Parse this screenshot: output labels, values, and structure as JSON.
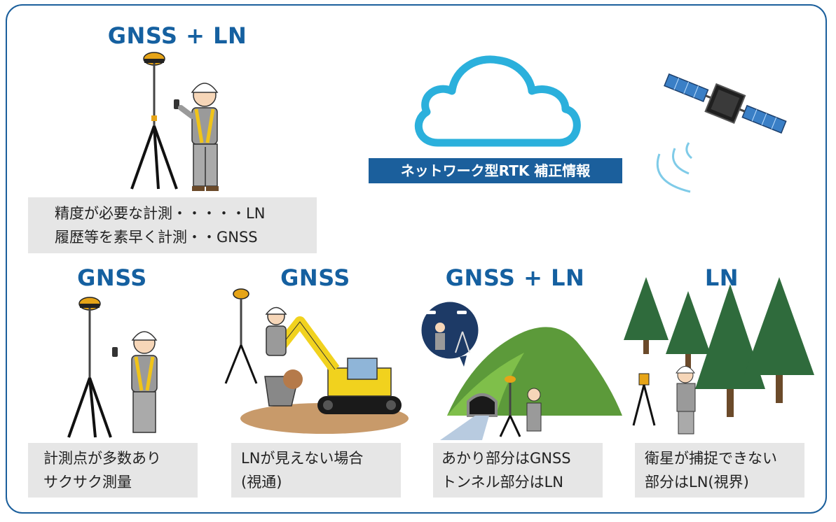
{
  "colors": {
    "frame": "#1b5f9c",
    "heading": "#1560a0",
    "label_bg": "#1b5f9c",
    "note_bg": "#e6e6e6",
    "cloud": "#2bb0dc",
    "tree": "#2f6b3c",
    "hill": "#5c9a3a",
    "excavator": "#f1d21e"
  },
  "top": {
    "heading": "GNSS + LN",
    "note_lines": [
      "精度が必要な計測・・・・・LN",
      "履歴等を素早く計測・・GNSS"
    ]
  },
  "network": {
    "label": "ネットワーク型RTK 補正情報",
    "icons": [
      "cloud-icon",
      "satellite-icon",
      "signal-waves-icon"
    ]
  },
  "panels": [
    {
      "heading": "GNSS",
      "note_lines": [
        "計測点が多数あり",
        "サクサク測量"
      ]
    },
    {
      "heading": "GNSS",
      "note_lines": [
        "LNが見えない場合",
        "(視通)"
      ]
    },
    {
      "heading": "GNSS + LN",
      "note_lines": [
        "あかり部分はGNSS",
        "トンネル部分はLN"
      ]
    },
    {
      "heading": "LN",
      "note_lines": [
        "衛星が捕捉できない",
        "部分はLN(視界)"
      ]
    }
  ]
}
